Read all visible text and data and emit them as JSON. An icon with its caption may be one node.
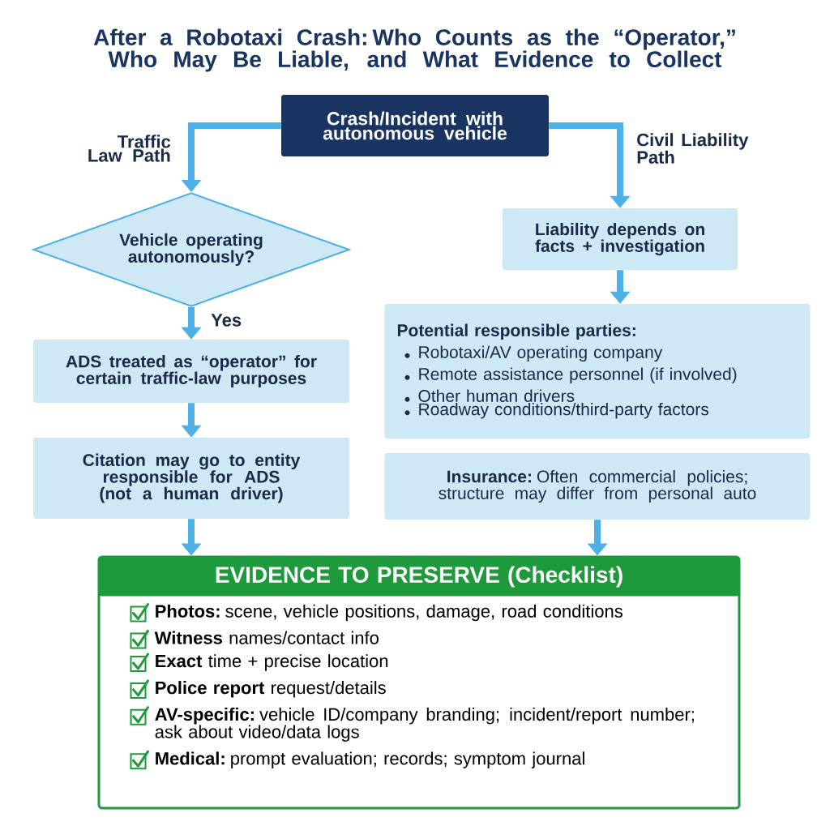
{
  "diagram": {
    "title": "After a Robotaxi Crash: Who Counts as the “Operator,” Who May Be Liable, and What Evidence to Collect",
    "nodes": [
      {
        "text": [
          "Crash/Incident with autonomous vehicle"
        ]
      },
      {
        "text": [
          "Vehicle operating autonomously?"
        ]
      },
      {
        "text": [
          "ADS treated as “operator” for certain traffic-law purposes"
        ]
      },
      {
        "text": [
          "Citation may go to entity responsible for ADS (not a human driver)"
        ]
      },
      {
        "text": [
          "Liability depends on facts + investigation"
        ]
      },
      {
        "text": [
          "Potential responsible parties:",
          "Robotaxi/AV operating company",
          "Remote assistance personnel (if involved)",
          "Other human drivers",
          "Roadway conditions/third-party factors"
        ]
      },
      {
        "text": [
          "**Insurance:** Often commercial policies; structure may differ from personal auto"
        ]
      },
      {
        "text": [
          "EVIDENCE TO PRESERVE (Checklist)",
          "**Photos:** scene, vehicle positions, damage, road conditions",
          "**Witness** names/contact info",
          "**Exact** time + precise location",
          "**Police report** request/details",
          "**AV-specific:** vehicle ID/company branding; incident/report number; ask about video/data logs",
          "**Medical:** prompt evaluation; records; symptom journal"
        ]
      }
    ],
    "edges": [
      {
        "from": 0,
        "to": 1,
        "arrow": "to",
        "label": "Traffic Law Path"
      },
      {
        "from": 0,
        "to": 4,
        "arrow": "to",
        "label": "Civil Liability Path"
      },
      {
        "from": 1,
        "to": 2,
        "arrow": "to",
        "label": "Yes"
      },
      {
        "from": 2,
        "to": 3,
        "arrow": "to"
      },
      {
        "from": 3,
        "to": 7,
        "arrow": "to"
      },
      {
        "from": 4,
        "to": 5,
        "arrow": "to"
      },
      {
        "from": 6,
        "to": 7,
        "arrow": "to"
      }
    ]
  }
}
